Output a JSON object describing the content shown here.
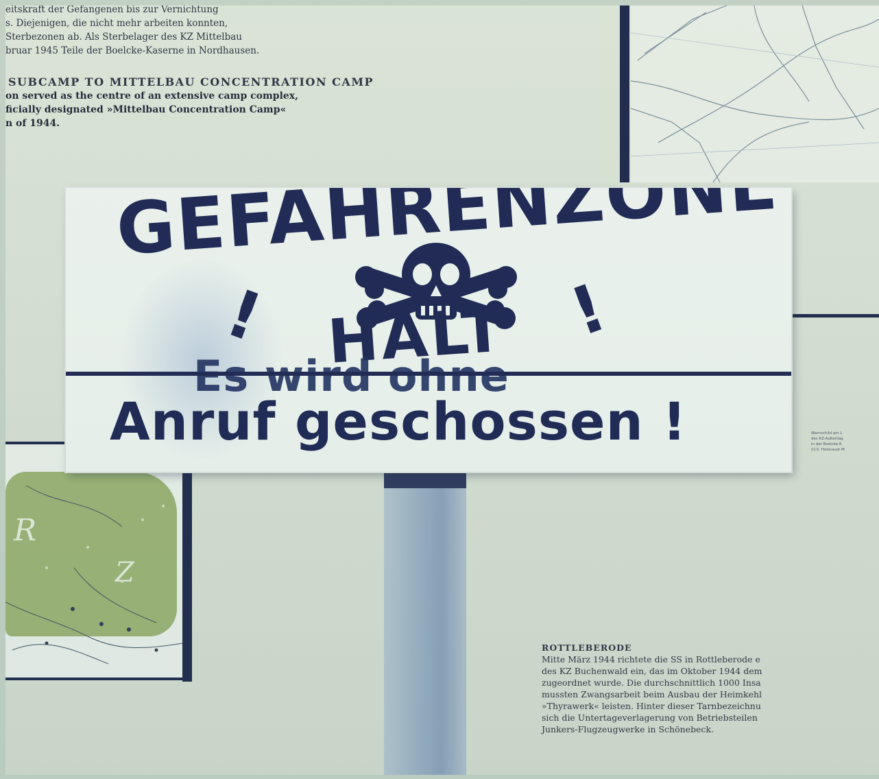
{
  "background_panel": {
    "german_lines": [
      "eitskraft der Gefangenen bis zur Vernichtung",
      "s. Diejenigen, die nicht mehr arbeiten konnten,",
      " Sterbezonen ab. Als Sterbelager des KZ Mittelbau",
      "bruar 1945 Teile der Boelcke-Kaserne in Nordhausen."
    ],
    "english_heading": "SUBCAMP TO MITTELBAU CONCENTRATION CAMP",
    "english_lines": [
      "on served as the centre of an extensive camp complex,",
      "ficially designated »Mittelbau Concentration Camp«",
      "n of 1944."
    ]
  },
  "caption": {
    "lines": [
      "Warnschild am L",
      "des KZ-Außenlag",
      "in der Boelcke-K",
      "(U.S. Holocaust M"
    ]
  },
  "rottleberode": {
    "title": "ROTTLEBERODE",
    "lines": [
      "Mitte März 1944 richtete die SS in Rottleberode e",
      "des KZ Buchenwald ein, das im Oktober 1944 dem",
      "zugeordnet wurde. Die durchschnittlich 1000 Insa",
      "mussten Zwangsarbeit beim Ausbau der Heimkehl",
      "»Thyrawerk« leisten. Hinter dieser Tarnbezeichnu",
      "sich die Untertageverlagerung von Betriebsteilen",
      "Junkers-Flugzeugwerke in Schönebeck."
    ]
  },
  "sign": {
    "line1": "GEFAHRENZONE",
    "exclamation_left": "!",
    "exclamation_right": "!",
    "line2": "HALT",
    "line3": "Es wird ohne",
    "line4": "Anruf geschossen !"
  },
  "map_letters": [
    "R",
    "Z"
  ],
  "colors": {
    "ink": "#1a1e4c",
    "sign_background": "#f6f7f1",
    "wall": "#e0e4d5",
    "map_green": "#9fb26f"
  }
}
